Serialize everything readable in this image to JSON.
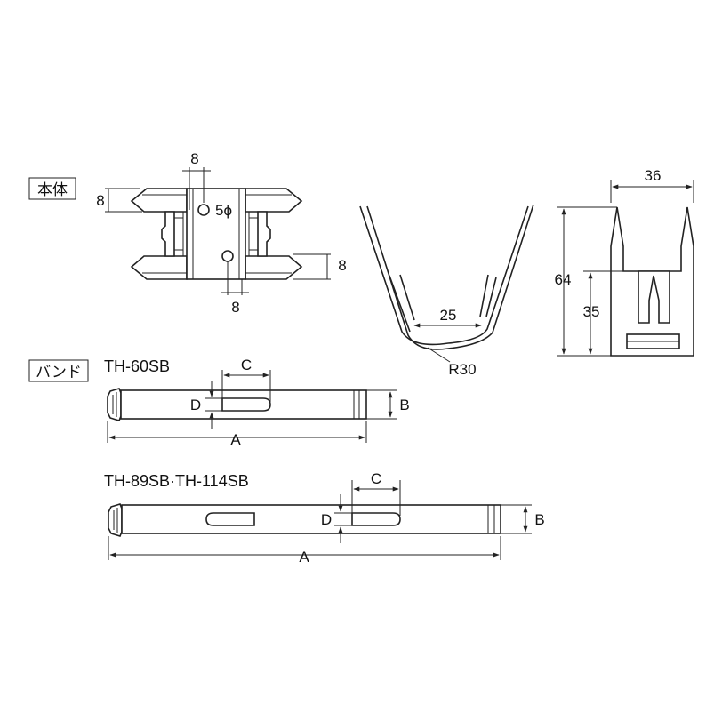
{
  "labels": {
    "body": "本体",
    "band": "バンド"
  },
  "body_dims": {
    "top_hole_pitch": "8",
    "left_width": "8",
    "hole_dia": "5ϕ",
    "right_width": "8",
    "bottom_hole_pitch": "8",
    "inner_width": "25",
    "radius": "R30",
    "side_width": "36",
    "total_height": "64",
    "slot_height": "35"
  },
  "band1": {
    "model": "TH-60SB",
    "dim_a": "A",
    "dim_b": "B",
    "dim_c": "C",
    "dim_d": "D"
  },
  "band2": {
    "model": "TH-89SB·TH-114SB",
    "dim_a": "A",
    "dim_b": "B",
    "dim_c": "C",
    "dim_d": "D"
  }
}
